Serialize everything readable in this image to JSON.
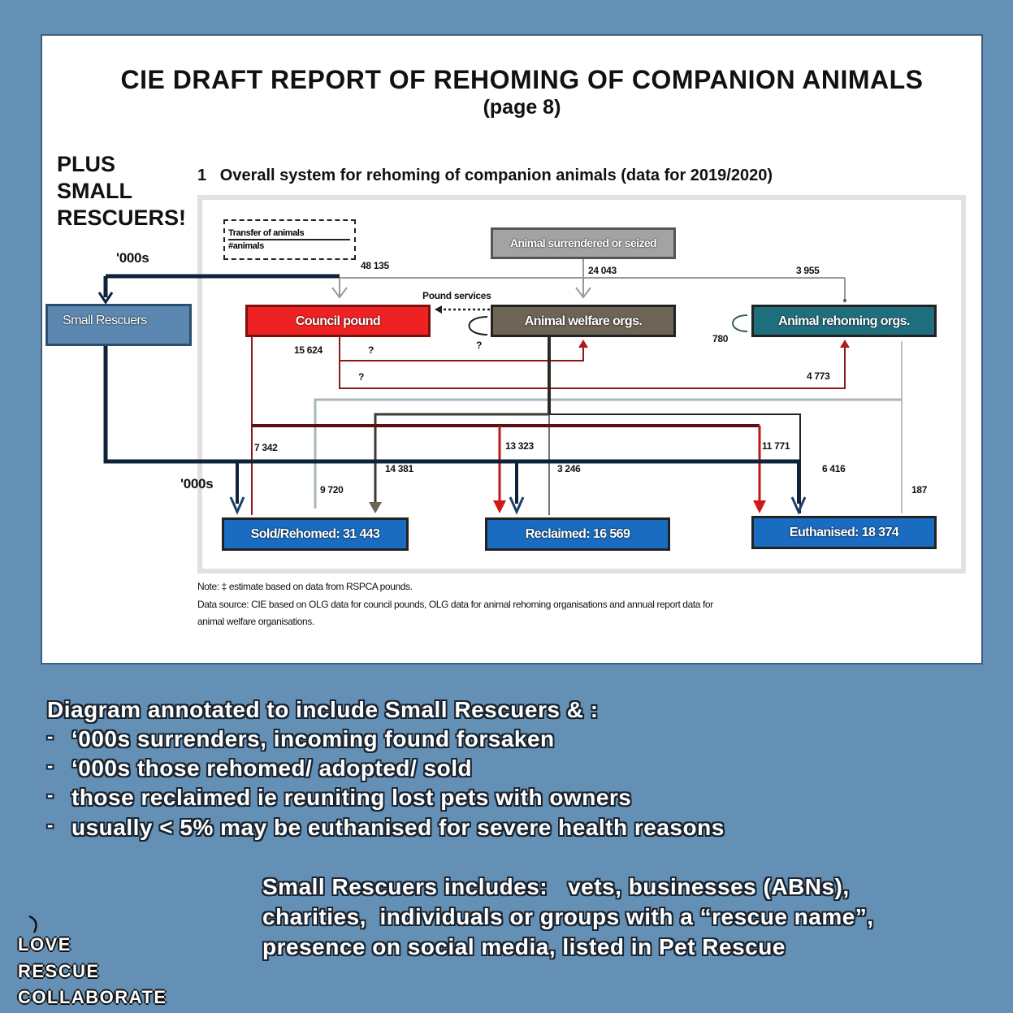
{
  "header": {
    "title": "CIE DRAFT REPORT OF REHOMING OF COMPANION ANIMALS",
    "subtitle": "(page 8)",
    "plus_note": [
      "PLUS",
      "SMALL",
      "RESCUERS!"
    ]
  },
  "figure": {
    "title": "1   Overall system for rehoming of companion animals (data for 2019/2020)",
    "legend": [
      "Transfer of animals",
      "#animals"
    ],
    "nodes": {
      "surrendered": "Animal surrendered or seized",
      "council_pound": "Council pound",
      "welfare": "Animal welfare orgs.",
      "rehoming": "Animal rehoming orgs.",
      "small_rescuers": "Small Rescuers",
      "sold": "Sold/Rehomed: 31 443",
      "reclaimed": "Reclaimed: 16 569",
      "euthanised": "Euthanised: 18 374"
    },
    "labels": {
      "thousands_top": "'000s",
      "thousands_bottom": "'000s",
      "pound_services": "Pound services",
      "n48135": "48 135",
      "n24043": "24 043",
      "n3955": "3 955",
      "n780": "780",
      "n15624": "15 624",
      "q1": "?",
      "q2": "?",
      "q3": "?",
      "n4773": "4 773",
      "n7342": "7 342",
      "n9720": "9 720",
      "n14381": "14 381",
      "n13323": "13 323",
      "n3246": "3 246",
      "n11771": "11 771",
      "n6416": "6 416",
      "n187": "187"
    },
    "note": "Note: ‡ estimate based on data from RSPCA pounds.",
    "source_1": "Data source: CIE based on OLG data for council pounds, OLG data for animal rehoming organisations and annual report data for",
    "source_2": "animal welfare organisations."
  },
  "annotations": {
    "heading": "Diagram annotated to include Small Rescuers & :",
    "bullets": [
      "‘000s surrenders, incoming found forsaken",
      "‘000s those rehomed/ adopted/ sold",
      "those reclaimed ie reuniting lost pets with owners",
      "usually < 5% may be euthanised for severe health reasons"
    ],
    "includes": [
      "Small Rescuers includes:   vets, businesses (ABNs),",
      "charities,  individuals or groups with a “rescue name”,",
      "presence on social media, listed in Pet Rescue"
    ]
  },
  "logo": [
    "LOVE",
    "RESCUE",
    "COLLABORATE"
  ],
  "colors": {
    "background": "#6590b5",
    "council": "#ee2222",
    "welfare": "#6e6455",
    "rehoming": "#1f6e7e",
    "outcome": "#1a6cc0",
    "small_rescuers": "#5b87b0"
  }
}
